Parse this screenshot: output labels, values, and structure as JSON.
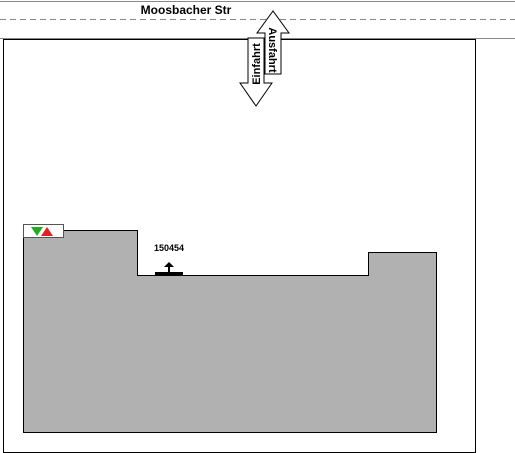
{
  "street": {
    "name": "Moosbacher Str"
  },
  "access_arrows": {
    "entry_label": "Einfahrt",
    "exit_label": "Ausfahrt"
  },
  "parking_marker": {
    "id": "150454"
  },
  "colors": {
    "building_fill": "#b1b1b1",
    "outline": "#000000",
    "street_line": "#888888",
    "indicator_down": "#22aa22",
    "indicator_up": "#dd2222"
  },
  "legend_indicator": {
    "icons": [
      "green-triangle-down-icon",
      "red-triangle-up-icon"
    ]
  }
}
